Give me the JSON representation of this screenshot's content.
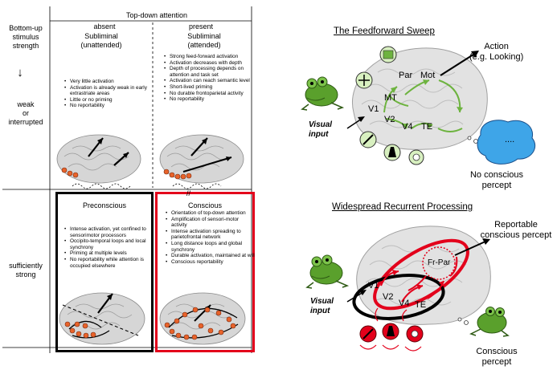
{
  "left": {
    "header": "Top-down attention",
    "row_header": "Bottom-up\nstimulus\nstrength",
    "col_absent": "absent",
    "col_present": "present",
    "arrow_glyph": "↓",
    "row_weak": "weak\nor\ninterrupted",
    "row_strong": "sufficiently\nstrong",
    "quadrants": {
      "subliminal_unattended": {
        "title": "Subliminal\n(unattended)",
        "bullets": [
          "Very little activation",
          "Activation is already weak in early extrastriate areas",
          "Little or no priming",
          "No reportability"
        ]
      },
      "subliminal_attended": {
        "title": "Subliminal\n(attended)",
        "bullets": [
          "Strong feed-forward activation",
          "Activation decreases with depth",
          "Depth of processing depends on attention and task set",
          "Activation can reach semantic level",
          "Short-lived priming",
          "No durable frontoparietal activity",
          "No reportability"
        ]
      },
      "preconscious": {
        "title": "Preconscious",
        "bullets": [
          "Intense activation, yet confined to sensorimotor processors",
          "Occipito-temporal loops and local synchrony",
          "Priming at multiple levels",
          "No reportability while attention is occupied elsewhere"
        ]
      },
      "conscious": {
        "title": "Conscious",
        "bullets": [
          "Orientation of top-down attention",
          "Amplification of sensori-motor activity",
          "Intense activation spreading to parietofrontal network",
          "Long distance loops and global synchrony",
          "Durable activation, maintained at will",
          "Conscious reportability"
        ]
      }
    }
  },
  "top_right": {
    "title": "The Feedforward Sweep",
    "action_label": "Action\n(e.g. Looking)",
    "visual_input": "Visual\ninput",
    "areas": [
      "Par",
      "Mot",
      "MT",
      "V1",
      "V2",
      "V4",
      "TE"
    ],
    "bubble_text": "....",
    "caption": "No conscious\npercept"
  },
  "bottom_right": {
    "title": "Widespread Recurrent Processing",
    "percept_label": "Reportable\nconscious percept",
    "visual_input": "Visual\ninput",
    "areas": [
      "Fr-Par",
      "V1",
      "V2",
      "V4",
      "TE"
    ],
    "caption": "Conscious\npercept"
  },
  "colors": {
    "conscious_red": "#e3001b",
    "preconscious_black": "#000000",
    "brain_gray": "#c9c9c9",
    "arrow_green": "#6db33f",
    "frog_green": "#5aa02c",
    "bubble_blue": "#3ea5e8"
  }
}
